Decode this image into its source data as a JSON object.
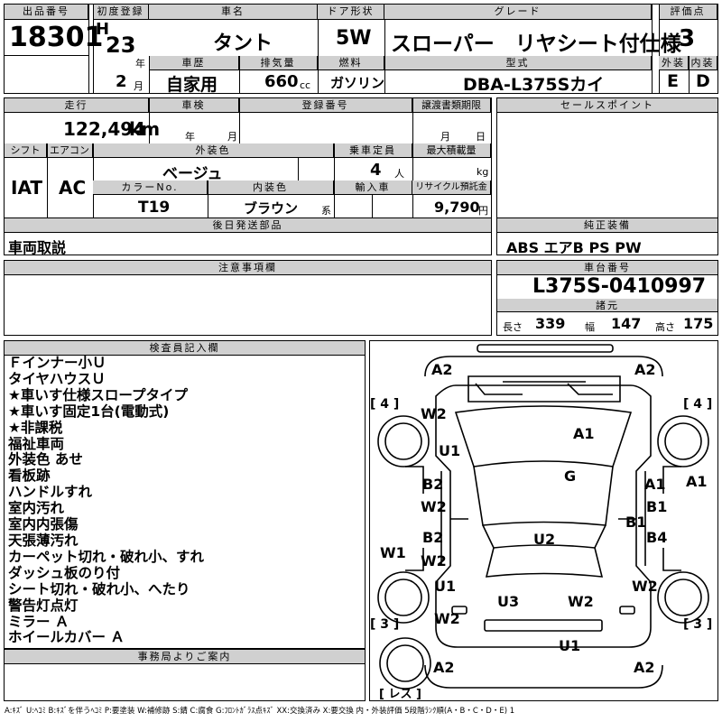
{
  "header": {
    "lot_no_label": "出品番号",
    "lot_no": "18301",
    "first_reg_label": "初度登録",
    "era": "H",
    "year": "23",
    "year_unit": "年",
    "month": "2",
    "month_unit": "月",
    "car_name_label": "車名",
    "car_name": "タント",
    "door_label": "ドア形状",
    "door": "5W",
    "grade_label": "グレード",
    "grade": "スローパー　リヤシート付仕様",
    "score_label": "評価点",
    "score": "3",
    "history_label": "車歴",
    "history": "自家用",
    "displacement_label": "排気量",
    "displacement": "660",
    "displacement_unit": "cc",
    "fuel_label": "燃料",
    "fuel": "ガソリン",
    "model_label": "型式",
    "model": "DBA-L375Sカイ",
    "exterior_label": "外装",
    "exterior": "E",
    "interior_label": "内装",
    "interior": "D"
  },
  "row2": {
    "mileage_label": "走行",
    "mileage": "122,494",
    "mileage_unit": "km",
    "inspection_label": "車検",
    "year_unit": "年",
    "month_unit": "月",
    "reg_no_label": "登録番号",
    "transfer_label": "譲渡書類期限",
    "month_unit2": "月",
    "day_unit": "日",
    "sales_label": "セールスポイント",
    "shift_label": "シフト",
    "shift": "IAT",
    "ac_label": "エアコン",
    "ac": "AC",
    "color_label": "外装色",
    "color": "ベージュ",
    "capacity_label": "乗車定員",
    "capacity": "4",
    "capacity_unit": "人",
    "load_label": "最大積載量",
    "load_unit": "kg",
    "color_no_label": "カラーNo.",
    "color_no": "T19",
    "int_color_label": "内装色",
    "int_color": "ブラウン",
    "int_color_unit": "系",
    "import_label": "輸入車",
    "recycle_label": "リサイクル預託金",
    "recycle": "9,790",
    "recycle_unit": "円"
  },
  "later": {
    "label": "後日発送部品",
    "value": "車両取説"
  },
  "equipment": {
    "label": "純正装備",
    "value": "ABS エアB PS PW"
  },
  "notes": {
    "label": "注意事項欄"
  },
  "chassis": {
    "label": "車台番号",
    "value": "L375S-0410997"
  },
  "specs": {
    "label": "諸元",
    "length_label": "長さ",
    "length": "339",
    "width_label": "幅",
    "width": "147",
    "height_label": "高さ",
    "height": "175"
  },
  "inspector": {
    "label": "検査員記入欄",
    "items": [
      "Ｆインナー小Ｕ",
      "タイヤハウスＵ",
      "★車いす仕様スロープタイプ",
      "★車いす固定1台(電動式)",
      "★非課税",
      "福祉車両",
      "外装色 あせ",
      "看板跡",
      "ハンドルすれ",
      "室内汚れ",
      "室内内張傷",
      "天張薄汚れ",
      "カーペット切れ・破れ小、すれ",
      "ダッシュ板のり付",
      "シート切れ・破れ小、へたり",
      "警告灯点灯",
      "ミラー Ａ",
      "ホイールカバー Ａ"
    ]
  },
  "office": {
    "label": "事務局よりご案内"
  },
  "diagram": {
    "tire_fl": "[ 4 ]",
    "tire_fr": "[ 4 ]",
    "tire_rl": "[ 3 ]",
    "tire_rr": "[ 3 ]",
    "spare": "[ レス ]",
    "marks": [
      "A2",
      "A2",
      "W2",
      "A1",
      "U1",
      "G",
      "B2",
      "W2",
      "A1",
      "A1",
      "B1",
      "B1",
      "B2",
      "W2",
      "U2",
      "B4",
      "W1",
      "U1",
      "W2",
      "W2",
      "U3",
      "W2",
      "U1",
      "A2",
      "A2"
    ]
  },
  "legend": "A:ｷｽﾞ U:ﾍｺﾐ B:ｷｽﾞを伴うﾍｺﾐ P:要塗装 W:補修跡 S:錆 C:腐食 G:ﾌﾛﾝﾄｶﾞﾗｽ点ｷｽﾞ XX:交換済み X:要交換 内・外装評価 5段階ﾗﾝｸ順(A・B・C・D・E) 1"
}
